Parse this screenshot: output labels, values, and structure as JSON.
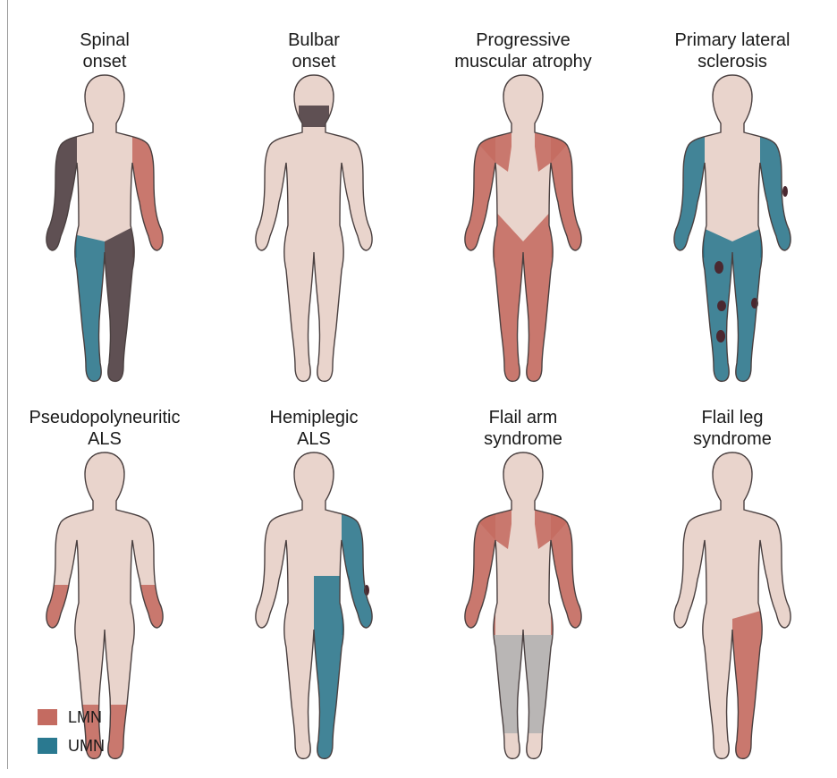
{
  "colors": {
    "skin": "#e9d4cc",
    "outline": "#4a4040",
    "lmn": "#c46b61",
    "umn": "#2a7990",
    "dark": "#4b3d42",
    "lesion": "#4a2830",
    "grey": "#b2b2b2"
  },
  "panels": [
    {
      "id": "spinal",
      "title_line1": "Spinal",
      "title_line2": "onset",
      "regions": [
        "arm-left-dark",
        "arm-right-lmn",
        "leg-left-umn",
        "leg-right-dark"
      ]
    },
    {
      "id": "bulbar",
      "title_line1": "Bulbar",
      "title_line2": "onset",
      "regions": [
        "neck-dark"
      ]
    },
    {
      "id": "pma",
      "title_line1": "Progressive",
      "title_line2": "muscular atrophy",
      "regions": [
        "shoulders-lmn",
        "arms-lmn",
        "legs-lmn"
      ]
    },
    {
      "id": "pls",
      "title_line1": "Primary lateral",
      "title_line2": "sclerosis",
      "regions": [
        "arms-umn",
        "legs-umn",
        "lesions"
      ]
    },
    {
      "id": "pseudopolyneuritic",
      "title_line1": "Pseudopolyneuritic",
      "title_line2": "ALS",
      "regions": [
        "forearms-lmn",
        "lower-legs-lmn"
      ]
    },
    {
      "id": "hemiplegic",
      "title_line1": "Hemiplegic",
      "title_line2": "ALS",
      "regions": [
        "arm-right-umn",
        "leg-right-umn",
        "lesion-arm"
      ]
    },
    {
      "id": "flail-arm",
      "title_line1": "Flail arm",
      "title_line2": "syndrome",
      "regions": [
        "shoulders-lmn",
        "arms-lmn",
        "legs-grey"
      ]
    },
    {
      "id": "flail-leg",
      "title_line1": "Flail leg",
      "title_line2": "syndrome",
      "regions": [
        "leg-right-lmn"
      ]
    }
  ],
  "legend": [
    {
      "label": "LMN",
      "color": "#c46b61"
    },
    {
      "label": "UMN",
      "color": "#2a7990"
    }
  ]
}
